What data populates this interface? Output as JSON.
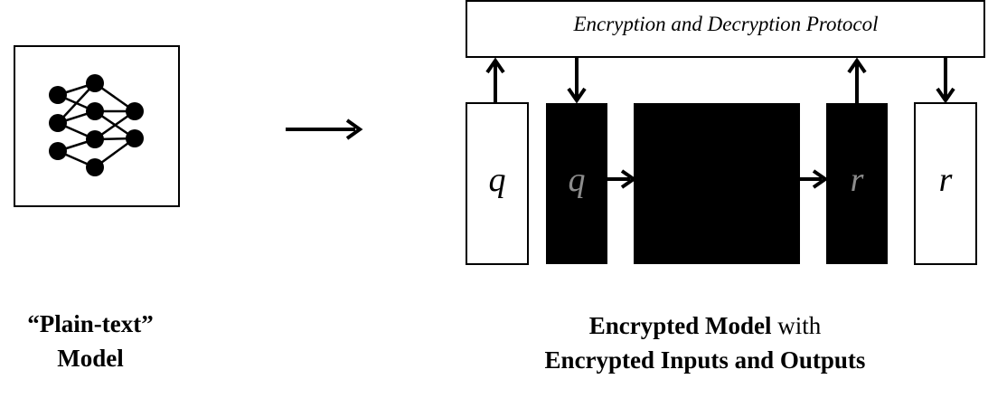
{
  "protocol": {
    "label": "Encryption and Decryption Protocol"
  },
  "boxes": {
    "query_plain": "q",
    "query_encrypted": "q",
    "response_encrypted": "r",
    "response_plain": "r"
  },
  "captions": {
    "plaintext_line1": "“Plain-text”",
    "plaintext_line2": "Model",
    "encrypted_line1_bold": "Encrypted Model",
    "encrypted_line1_plain": " with",
    "encrypted_line2": "Encrypted Inputs and Outputs"
  },
  "colors": {
    "ink": "#000000",
    "paper": "#ffffff",
    "encrypted_label": "#8c8c8c"
  }
}
